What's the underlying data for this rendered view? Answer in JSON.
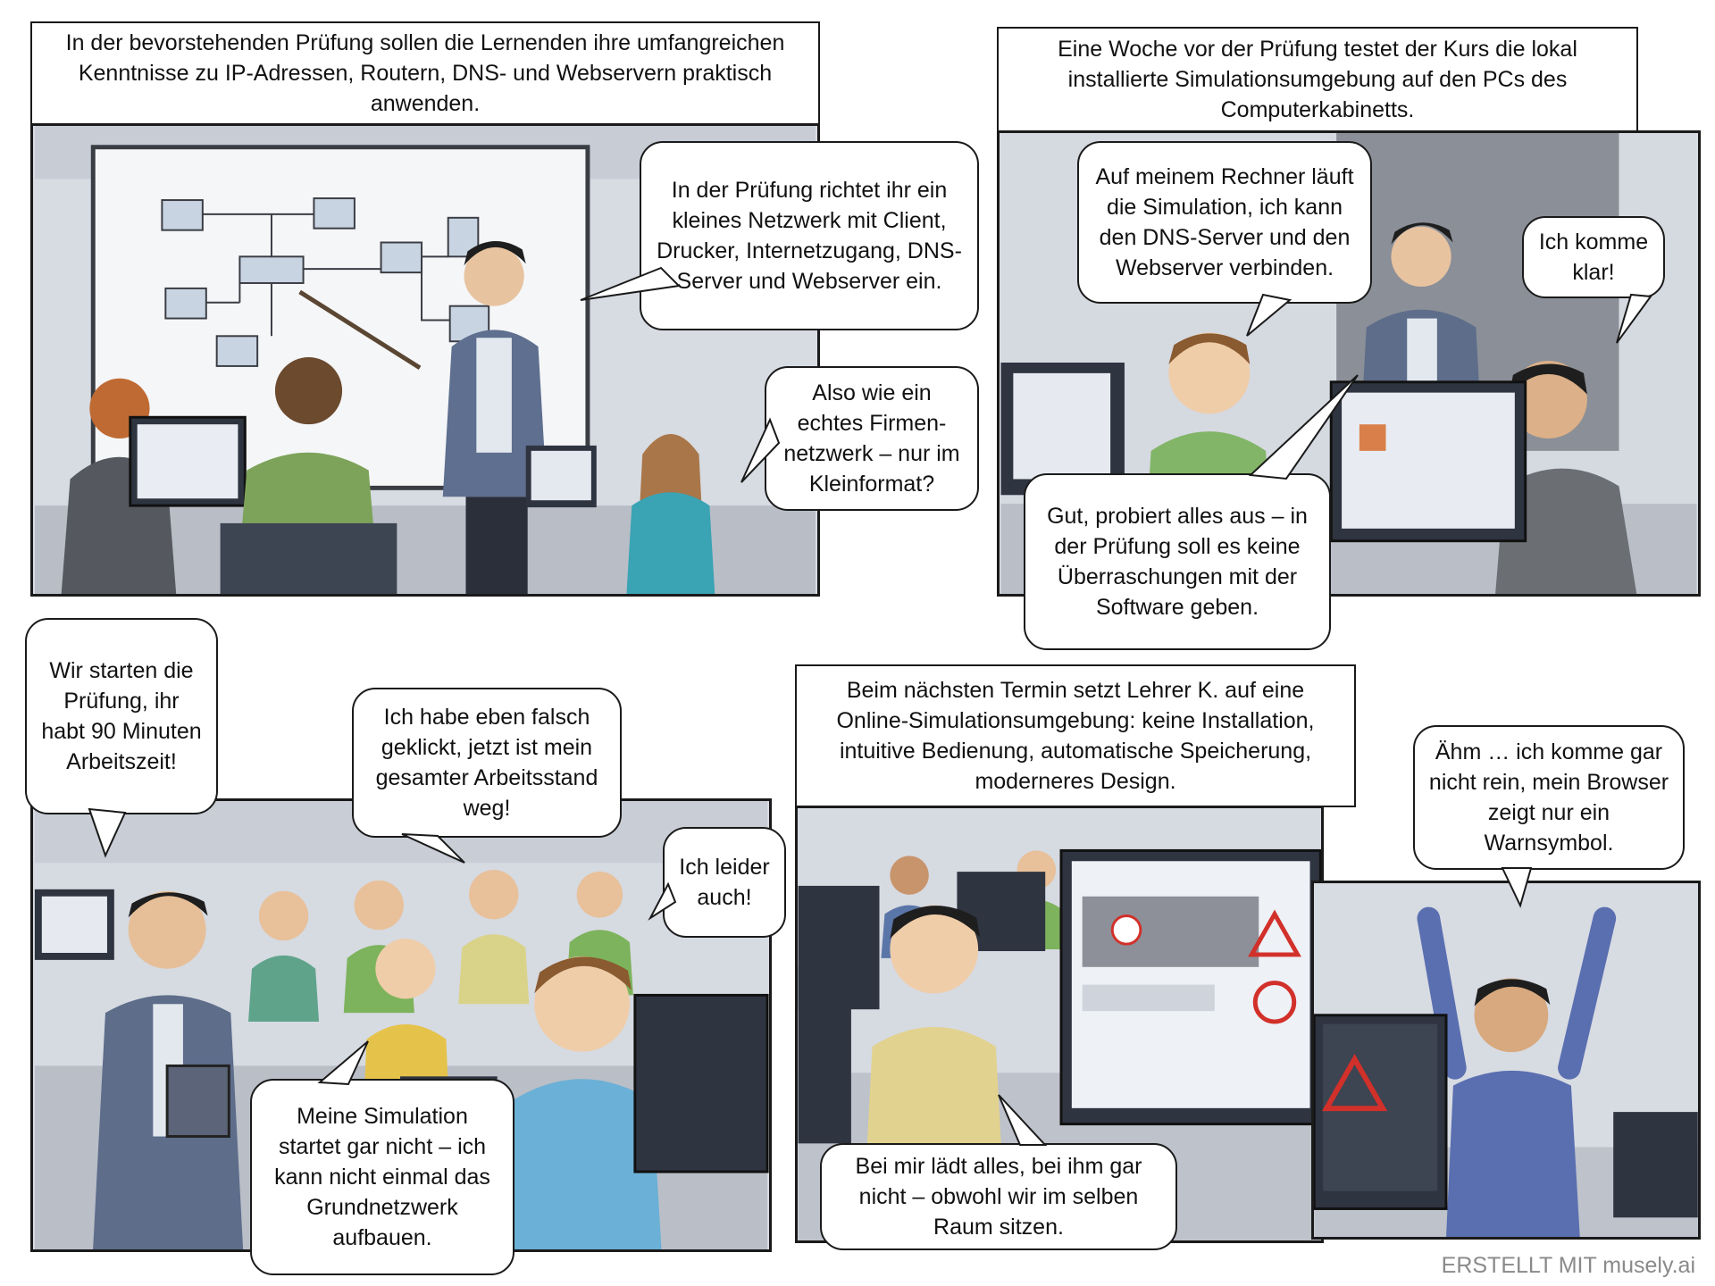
{
  "panels": [
    {
      "caption": "In der bevorstehenden Prüfung sollen die Lernenden ihre umfangreichen Kenntnisse zu IP-Adressen, Routern, DNS- und Webservern praktisch anwenden.",
      "bubbles": [
        "In der Prüfung richtet ihr ein kleines Netzwerk mit Client, Drucker, Internetzugang, DNS-Server und Webserver ein.",
        "Also wie ein echtes Firmen-netzwerk – nur im Kleinformat?"
      ]
    },
    {
      "caption": "Eine Woche vor der Prüfung testet der Kurs die lokal installierte Simulationsumgebung auf den PCs des Computerkabinetts.",
      "bubbles": [
        "Auf meinem Rechner läuft die Simulation, ich kann den DNS-Server und den Webserver verbinden.",
        "Ich komme klar!",
        "Gut, probiert alles aus – in der Prüfung soll es keine Überraschungen mit der Software geben."
      ]
    },
    {
      "bubbles": [
        "Wir starten die Prüfung, ihr habt 90 Minuten Arbeitszeit!",
        "Ich habe eben falsch geklickt, jetzt ist mein gesamter Arbeitsstand weg!",
        "Ich leider auch!",
        "Meine Simulation startet gar nicht – ich kann nicht einmal das Grundnetzwerk aufbauen."
      ]
    },
    {
      "caption": "Beim nächsten Termin setzt Lehrer K. auf eine Online-Simulationsumgebung: keine Installation, intuitive Bedienung, automatische Speicherung, moderneres Design.",
      "bubbles": [
        "Ähm … ich komme gar nicht rein, mein Browser zeigt nur ein Warnsymbol.",
        "Bei mir lädt alles, bei ihm gar nicht – obwohl wir im selben Raum sitzen."
      ]
    }
  ],
  "credit": "ERSTELLT MIT musely.ai",
  "colors": {
    "border": "#1a1a1a",
    "warning": "#d2302a",
    "wall": "#d9dde3"
  }
}
